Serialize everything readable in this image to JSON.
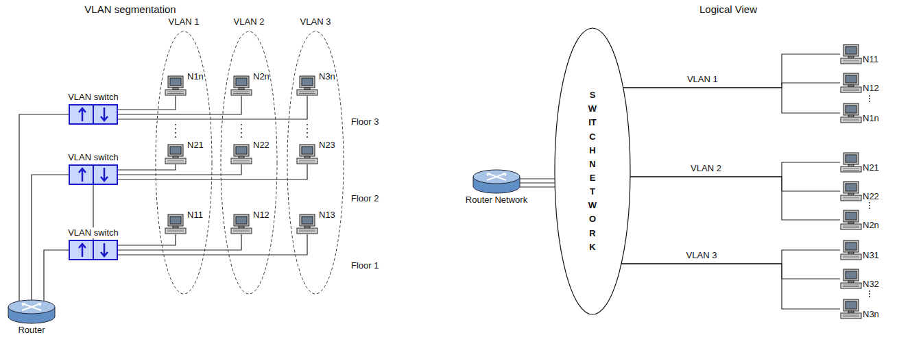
{
  "diagram": {
    "nodes": [
      {
        "text": [
          "VLAN 1"
        ]
      },
      {
        "text": [
          "VLAN 2"
        ]
      },
      {
        "text": [
          "VLAN 3"
        ]
      },
      {
        "text": [
          "VLAN switch"
        ]
      },
      {
        "text": [
          "N1n"
        ],
        "in": 0
      },
      {
        "text": [
          "N2n"
        ],
        "in": 1
      },
      {
        "text": [
          "N3n"
        ],
        "in": 2
      },
      {
        "text": [
          "VLAN switch"
        ]
      },
      {
        "text": [
          "N21"
        ],
        "in": 0
      },
      {
        "text": [
          "N22"
        ],
        "in": 1
      },
      {
        "text": [
          "N23"
        ],
        "in": 2
      },
      {
        "text": [
          "VLAN switch"
        ]
      },
      {
        "text": [
          "N11"
        ],
        "in": 0
      },
      {
        "text": [
          "N12"
        ],
        "in": 1
      },
      {
        "text": [
          "N13"
        ],
        "in": 2
      },
      {
        "text": [
          "Router"
        ]
      },
      {
        "text": [
          "Router Network"
        ]
      },
      {
        "text": [
          "SWITCH NETWORK"
        ]
      },
      {
        "text": [
          "N11"
        ]
      },
      {
        "text": [
          "N12"
        ]
      },
      {
        "text": [
          "N1n"
        ]
      },
      {
        "text": [
          "N21"
        ]
      },
      {
        "text": [
          "N22"
        ]
      },
      {
        "text": [
          "N2n"
        ]
      },
      {
        "text": [
          "N31"
        ]
      },
      {
        "text": [
          "N32"
        ]
      },
      {
        "text": [
          "N3n"
        ]
      }
    ],
    "edges": [
      {
        "from": 3,
        "to": 4,
        "arrow": "none"
      },
      {
        "from": 3,
        "to": 5,
        "arrow": "none"
      },
      {
        "from": 3,
        "to": 6,
        "arrow": "none"
      },
      {
        "from": 7,
        "to": 8,
        "arrow": "none"
      },
      {
        "from": 7,
        "to": 9,
        "arrow": "none"
      },
      {
        "from": 7,
        "to": 10,
        "arrow": "none"
      },
      {
        "from": 11,
        "to": 12,
        "arrow": "none"
      },
      {
        "from": 11,
        "to": 13,
        "arrow": "none"
      },
      {
        "from": 11,
        "to": 14,
        "arrow": "none"
      },
      {
        "from": 7,
        "to": 11,
        "arrow": "none"
      },
      {
        "from": 15,
        "to": 3,
        "arrow": "none"
      },
      {
        "from": 15,
        "to": 7,
        "arrow": "none"
      },
      {
        "from": 15,
        "to": 11,
        "arrow": "none"
      },
      {
        "from": 16,
        "to": 17,
        "arrow": "none"
      },
      {
        "from": 16,
        "to": 17,
        "arrow": "none"
      },
      {
        "from": 16,
        "to": 17,
        "arrow": "none"
      },
      {
        "from": 17,
        "to": 18,
        "label": "VLAN 1",
        "arrow": "none"
      },
      {
        "from": 17,
        "to": 19,
        "arrow": "none"
      },
      {
        "from": 17,
        "to": 20,
        "arrow": "none"
      },
      {
        "from": 17,
        "to": 21,
        "label": "VLAN 2",
        "arrow": "none"
      },
      {
        "from": 17,
        "to": 22,
        "arrow": "none"
      },
      {
        "from": 17,
        "to": 23,
        "arrow": "none"
      },
      {
        "from": 17,
        "to": 24,
        "label": "VLAN 3",
        "arrow": "none"
      },
      {
        "from": 17,
        "to": 25,
        "arrow": "none"
      },
      {
        "from": 17,
        "to": 26,
        "arrow": "none"
      }
    ],
    "labels": [
      "VLAN segmentation",
      "Logical View",
      "Floor 3",
      "Floor 2",
      "Floor 1"
    ]
  }
}
